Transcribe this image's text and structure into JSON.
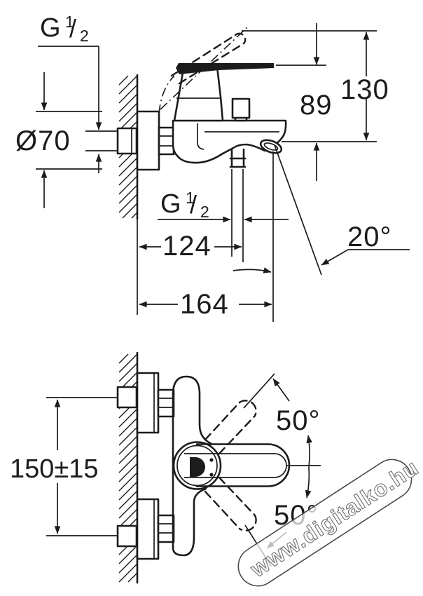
{
  "diagram": {
    "side_view": {
      "wall_thread": {
        "prefix": "G",
        "sup": "1",
        "slash": "/",
        "sub": "2"
      },
      "escutcheon_diameter": "Ø70",
      "lever_height": "89",
      "total_height": "130",
      "hose_thread": {
        "prefix": "G",
        "sup": "1",
        "slash": "/",
        "sub": "2"
      },
      "hose_outlet_depth": "124",
      "total_depth": "164",
      "aerator_angle": "20°"
    },
    "front_view": {
      "connection_spacing": "150±15",
      "lever_angle_up": "50°",
      "lever_angle_down": "50°"
    },
    "watermark": "www.digitalko.hu"
  }
}
